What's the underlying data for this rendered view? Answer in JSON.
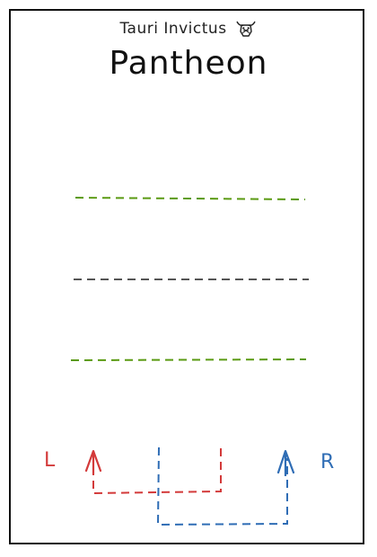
{
  "header": {
    "subtitle": "Tauri Invictus",
    "title": "Pantheon"
  },
  "icons": {
    "brand": "bull-icon",
    "left_arrow": "arrow-up-icon",
    "right_arrow": "arrow-up-icon"
  },
  "controls": {
    "left_label": "L",
    "right_label": "R"
  },
  "colors": {
    "line_green": "#5a9a12",
    "line_gray": "#555555",
    "left_accent": "#d33a3a",
    "right_accent": "#2f6db5",
    "frame": "#111111"
  }
}
